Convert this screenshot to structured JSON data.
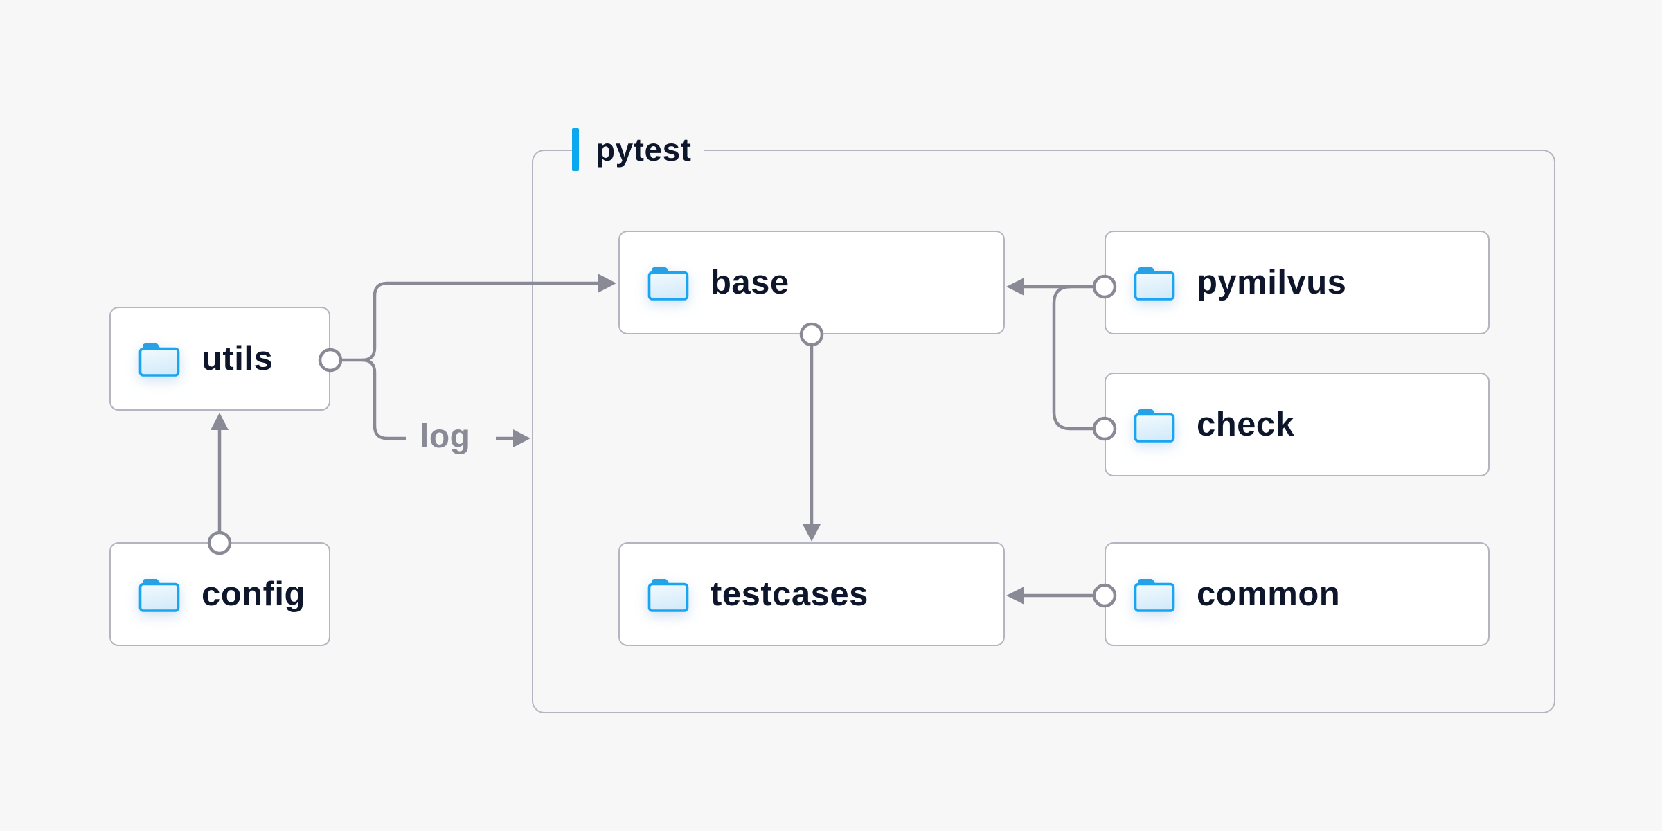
{
  "diagram": {
    "container_label": "pytest",
    "log_label": "log",
    "nodes": [
      {
        "id": "utils",
        "label": "utils",
        "icon": "folder-icon"
      },
      {
        "id": "config",
        "label": "config",
        "icon": "folder-icon"
      },
      {
        "id": "base",
        "label": "base",
        "icon": "folder-icon"
      },
      {
        "id": "pymilvus",
        "label": "pymilvus",
        "icon": "folder-icon"
      },
      {
        "id": "check",
        "label": "check",
        "icon": "folder-icon"
      },
      {
        "id": "testcases",
        "label": "testcases",
        "icon": "folder-icon"
      },
      {
        "id": "common",
        "label": "common",
        "icon": "folder-icon"
      }
    ],
    "edges": [
      {
        "from": "utils",
        "to": "base",
        "style": "arrow-into-base, dot-at-utils"
      },
      {
        "from": "utils",
        "to": "log",
        "style": "branch ending at log label, arrow into pytest container"
      },
      {
        "from": "config",
        "to": "utils",
        "style": "arrow-up, dot-at-config"
      },
      {
        "from": "pymilvus",
        "to": "base",
        "style": "arrow-left, dot-at-pymilvus"
      },
      {
        "from": "check",
        "to": "base",
        "style": "joins pymilvus line, dot-at-check"
      },
      {
        "from": "base",
        "to": "testcases",
        "style": "arrow-down, dot-at-base"
      },
      {
        "from": "common",
        "to": "testcases",
        "style": "arrow-left, dot-at-common"
      }
    ],
    "colors": {
      "background": "#f7f7f8",
      "node_fill": "#ffffff",
      "node_border": "#b5b5c2",
      "container_border": "#b5b5c2",
      "connector": "#8a8a96",
      "label_text": "#0e162b",
      "log_text": "#8a8a96",
      "accent_bar": "#09a8ef",
      "folder_outline": "#19a5f2",
      "folder_tab": "#2aa0e2",
      "folder_fill_top": "#f2fafe",
      "folder_fill_bottom": "#d5ebfa"
    }
  }
}
